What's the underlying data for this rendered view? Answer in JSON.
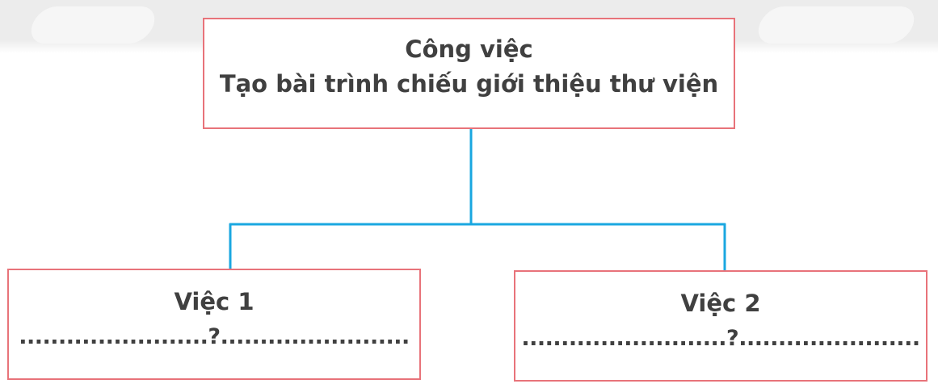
{
  "root": {
    "heading": "Công việc",
    "task": "Tạo bài trình chiếu giới thiệu thư viện"
  },
  "children": [
    {
      "heading": "Việc 1",
      "placeholder": "........................?........................"
    },
    {
      "heading": "Việc 2",
      "placeholder": "..........................?......................."
    }
  ],
  "colors": {
    "box_border": "#e8737a",
    "connector": "#1aa7e0",
    "text": "#404040"
  }
}
